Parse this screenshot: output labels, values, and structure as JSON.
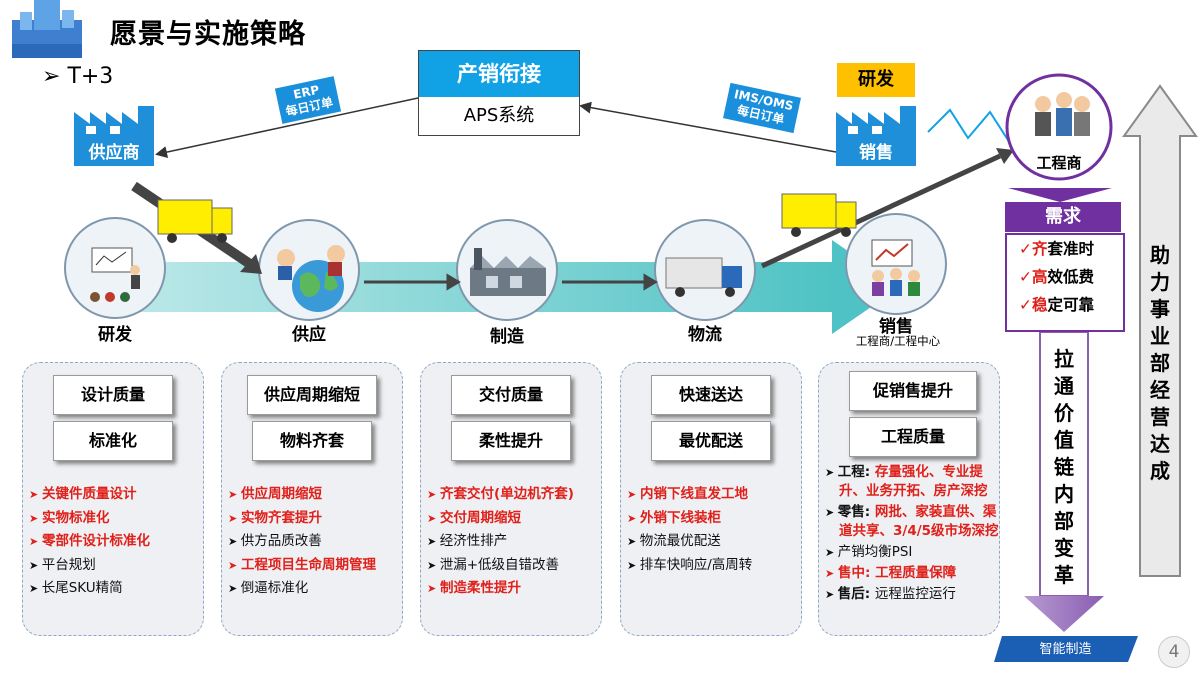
{
  "title": "愿景与实施策略",
  "subtitle": "T+3",
  "aps": {
    "header": "产销衔接",
    "body": "APS系统"
  },
  "erp_tag": [
    "ERP",
    "每日订单"
  ],
  "ims_tag": [
    "IMS/OMS",
    "每日订单"
  ],
  "factory_left_label": "供应商",
  "factory_right_label": "销售",
  "yanfa_badge": "研发",
  "engineer_label": "工程商",
  "stages": [
    "研发",
    "供应",
    "制造",
    "物流",
    "销售"
  ],
  "sales_sub": "工程商/工程中心",
  "panels": [
    {
      "buttons": [
        "设计质量",
        "标准化"
      ],
      "items": [
        {
          "text": "关键件质量设计",
          "red": true
        },
        {
          "text": "实物标准化",
          "red": true
        },
        {
          "text": "零部件设计标准化",
          "red": true
        },
        {
          "text": "平台规划",
          "red": false
        },
        {
          "text": "长尾SKU精简",
          "red": false
        }
      ]
    },
    {
      "buttons": [
        "供应周期缩短",
        "物料齐套"
      ],
      "items": [
        {
          "text": "供应周期缩短",
          "red": true
        },
        {
          "text": "实物齐套提升",
          "red": true
        },
        {
          "text": "供方品质改善",
          "red": false
        },
        {
          "text": "工程项目生命周期管理",
          "red": true
        },
        {
          "text": "倒逼标准化",
          "red": false
        }
      ]
    },
    {
      "buttons": [
        "交付质量",
        "柔性提升"
      ],
      "items": [
        {
          "text": "齐套交付(单边机齐套)",
          "red": true
        },
        {
          "text": "交付周期缩短",
          "red": true
        },
        {
          "text": "经济性排产",
          "red": false
        },
        {
          "text": "泄漏+低级自错改善",
          "red": false
        },
        {
          "text": "制造柔性提升",
          "red": true
        }
      ]
    },
    {
      "buttons": [
        "快速送达",
        "最优配送"
      ],
      "items": [
        {
          "text": "内销下线直发工地",
          "red": true
        },
        {
          "text": "外销下线装柜",
          "red": true
        },
        {
          "text": "物流最优配送",
          "red": false
        },
        {
          "text": "排车快响应/高周转",
          "red": false
        }
      ]
    },
    {
      "buttons": [
        "促销售提升",
        "工程质量"
      ],
      "items": [
        {
          "key": "工程:",
          "text": "存量强化、专业提升、业务开拓、房产深挖",
          "key_color": "#111",
          "text_color": "#e0201a"
        },
        {
          "key": "零售:",
          "text": "网批、家装直供、渠道共享、3/4/5级市场深挖",
          "key_color": "#111",
          "text_color": "#e0201a"
        },
        {
          "key": "",
          "text": "产销均衡PSI",
          "key_color": "#111",
          "text_color": "#111"
        },
        {
          "key": "售中:",
          "text": "工程质量保障",
          "key_color": "#e0201a",
          "text_color": "#e0201a"
        },
        {
          "key": "售后:",
          "text": "远程监控运行",
          "key_color": "#111",
          "text_color": "#111"
        }
      ]
    }
  ],
  "demand": {
    "header": "需求",
    "items": [
      {
        "mark": "✓",
        "first": "齐",
        "rest": "套准时"
      },
      {
        "mark": "✓",
        "first": "高",
        "rest": "效低费"
      },
      {
        "mark": "✓",
        "first": "稳",
        "rest": "定可靠"
      }
    ]
  },
  "pull_text": "拉通价值链内部变革",
  "support_text": "助力事业部经营达成",
  "smart_mfg": "智能制造",
  "page_number": "4",
  "colors": {
    "blue": "#1e8fd8",
    "teal": "#5cc8c8",
    "purple": "#7030a0",
    "red": "#e0201a",
    "yellow": "#ffcc00"
  }
}
